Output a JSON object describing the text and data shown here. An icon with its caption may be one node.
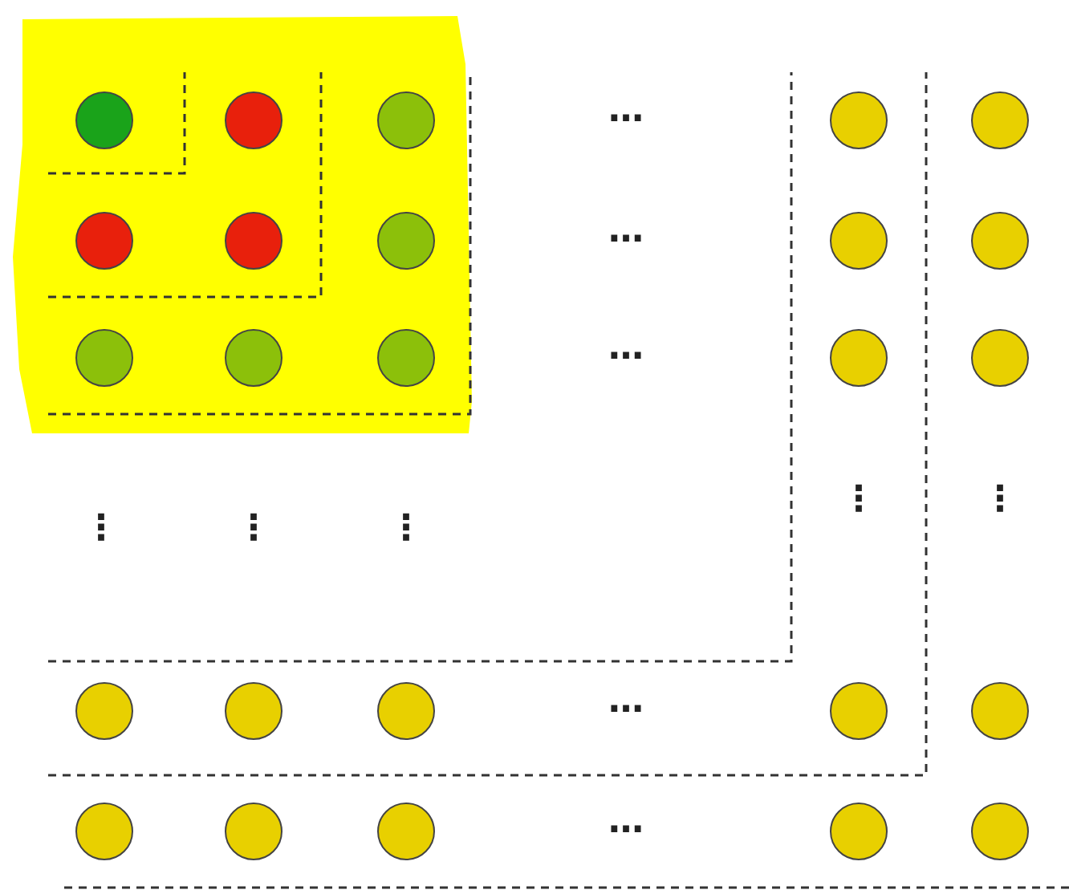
{
  "diagram": {
    "nodes": [
      {
        "text": [],
        "shape": "circle"
      },
      {
        "text": [],
        "shape": "circle"
      },
      {
        "text": [],
        "shape": "circle"
      },
      {
        "text": [],
        "shape": "circle"
      },
      {
        "text": [],
        "shape": "circle"
      },
      {
        "text": [],
        "shape": "circle"
      },
      {
        "text": [],
        "shape": "circle"
      },
      {
        "text": [],
        "shape": "circle"
      },
      {
        "text": [],
        "shape": "circle"
      },
      {
        "text": [],
        "shape": "circle"
      },
      {
        "text": [],
        "shape": "circle"
      },
      {
        "text": [],
        "shape": "circle"
      },
      {
        "text": [],
        "shape": "circle"
      },
      {
        "text": [],
        "shape": "circle"
      },
      {
        "text": [],
        "shape": "circle"
      },
      {
        "text": [],
        "shape": "circle"
      },
      {
        "text": [],
        "shape": "circle"
      },
      {
        "text": [],
        "shape": "circle"
      },
      {
        "text": [],
        "shape": "circle"
      },
      {
        "text": [],
        "shape": "circle"
      },
      {
        "text": [],
        "shape": "circle"
      },
      {
        "text": [],
        "shape": "circle"
      },
      {
        "text": [],
        "shape": "circle"
      },
      {
        "text": [],
        "shape": "circle"
      },
      {
        "text": [],
        "shape": "circle"
      }
    ],
    "labels": [
      "⋯",
      "⋯",
      "⋯",
      "⋮",
      "⋮",
      "⋮",
      "⋮",
      "⋮",
      "⋯",
      "⋯"
    ]
  }
}
